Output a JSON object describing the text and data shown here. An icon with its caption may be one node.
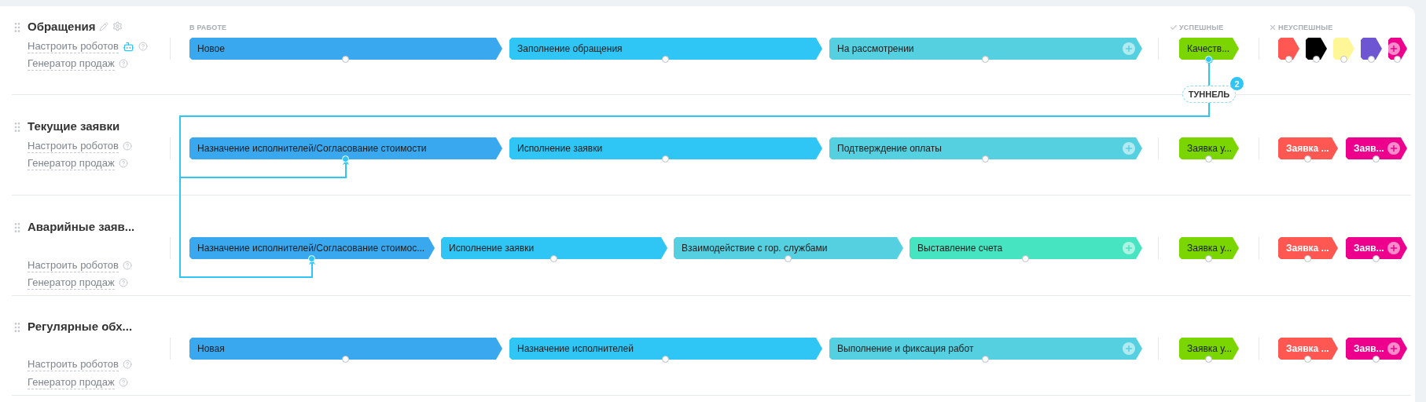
{
  "diagram": {
    "nodes": [
      {
        "text": [
          "Новое"
        ]
      },
      {
        "text": [
          "Заполнение обращения"
        ]
      },
      {
        "text": [
          "На рассмотрении"
        ]
      },
      {
        "text": [
          "Качеств..."
        ]
      },
      {
        "text": [],
        "shape": "tag"
      },
      {
        "text": [],
        "shape": "tag"
      },
      {
        "text": [],
        "shape": "tag"
      },
      {
        "text": [],
        "shape": "tag"
      },
      {
        "text": [],
        "shape": "tag"
      },
      {
        "text": [
          "ТУННЕЛЬ"
        ],
        "beside": [
          "2"
        ]
      },
      {
        "text": [
          "Назначение исполнителей/Согласование стоимости"
        ]
      },
      {
        "text": [
          "Исполнение заявки"
        ]
      },
      {
        "text": [
          "Подтверждение оплаты"
        ]
      },
      {
        "text": [
          "Заявка у..."
        ]
      },
      {
        "text": [
          "Заявка ..."
        ]
      },
      {
        "text": [
          "Заяв..."
        ]
      },
      {
        "text": [
          "Назначение исполнителей/Согласование стоимос..."
        ]
      },
      {
        "text": [
          "Исполнение заявки"
        ]
      },
      {
        "text": [
          "Взаимодействие с гор. службами"
        ]
      },
      {
        "text": [
          "Выставление счета"
        ]
      },
      {
        "text": [
          "Заявка у..."
        ]
      },
      {
        "text": [
          "Заявка ..."
        ]
      },
      {
        "text": [
          "Заяв..."
        ]
      },
      {
        "text": [
          "Новая"
        ]
      },
      {
        "text": [
          "Назначение исполнителей"
        ]
      },
      {
        "text": [
          "Выполнение и фиксация работ"
        ]
      },
      {
        "text": [
          "Заявка у..."
        ]
      },
      {
        "text": [
          "Заявка ..."
        ]
      },
      {
        "text": [
          "Заяв..."
        ]
      }
    ],
    "edges": [
      {
        "from": 3,
        "to": 9,
        "arrow": "other"
      },
      {
        "from": 9,
        "to": 10,
        "arrow": "to"
      },
      {
        "from": 9,
        "to": 16,
        "arrow": "to"
      }
    ],
    "labels": [
      "Обращения",
      "Настроить роботов",
      "Генератор продаж",
      "В РАБОТЕ",
      "УСПЕШНЫЕ",
      "НЕУСПЕШНЫЕ",
      "Текущие заявки",
      "Настроить роботов",
      "Генератор продаж",
      "Аварийные заяв...",
      "Настроить роботов",
      "Генератор продаж",
      "Регулярные обх...",
      "Настроить роботов",
      "Генератор продаж"
    ]
  }
}
